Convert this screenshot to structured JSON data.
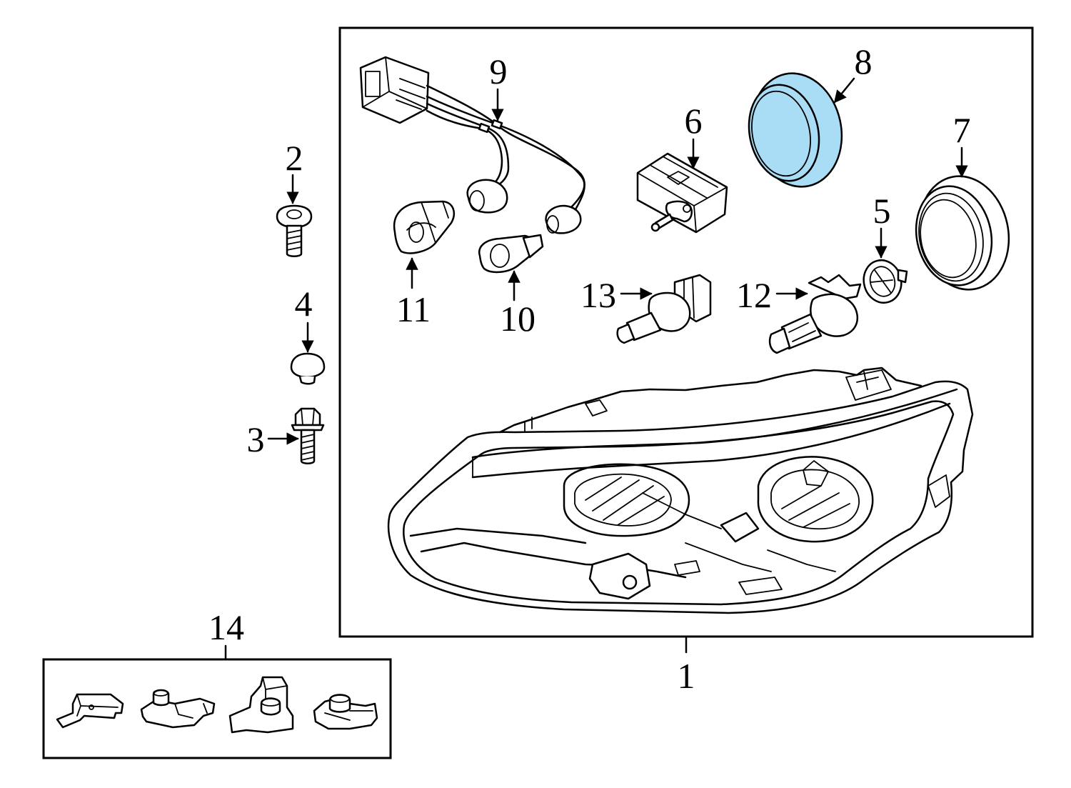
{
  "diagram": {
    "highlight_color": "#a9dcf5",
    "callouts": {
      "c1": "1",
      "c2": "2",
      "c3": "3",
      "c4": "4",
      "c5": "5",
      "c6": "6",
      "c7": "7",
      "c8": "8",
      "c9": "9",
      "c10": "10",
      "c11": "11",
      "c12": "12",
      "c13": "13",
      "c14": "14"
    },
    "parts": [
      {
        "callout": "1",
        "icon": "headlamp-assembly-icon"
      },
      {
        "callout": "2",
        "icon": "screw-icon"
      },
      {
        "callout": "3",
        "icon": "bolt-icon"
      },
      {
        "callout": "4",
        "icon": "plug-cap-icon"
      },
      {
        "callout": "5",
        "icon": "bulb-retainer-icon"
      },
      {
        "callout": "6",
        "icon": "leveling-motor-icon"
      },
      {
        "callout": "7",
        "icon": "rear-cover-icon"
      },
      {
        "callout": "8",
        "icon": "rear-cover-highlighted-icon",
        "highlighted": true
      },
      {
        "callout": "9",
        "icon": "wiring-harness-icon"
      },
      {
        "callout": "10",
        "icon": "wedge-bulb-icon"
      },
      {
        "callout": "11",
        "icon": "turn-signal-bulb-icon"
      },
      {
        "callout": "12",
        "icon": "low-beam-bulb-icon"
      },
      {
        "callout": "13",
        "icon": "high-beam-bulb-icon"
      },
      {
        "callout": "14",
        "icon": "repair-kit-brackets-icon"
      }
    ]
  }
}
